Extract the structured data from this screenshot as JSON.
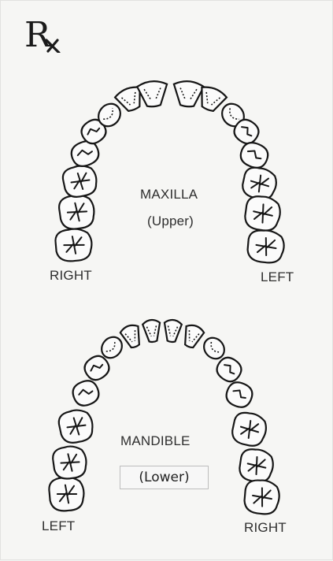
{
  "rx_symbol": {
    "text": "℞",
    "icon": "rx-prescription-icon"
  },
  "upper_arch": {
    "title": "MAXILLA",
    "subtitle": "(Upper)",
    "side_left": "RIGHT",
    "side_right": "LEFT",
    "tooth_count": 16
  },
  "lower_arch": {
    "title": "MANDIBLE",
    "subtitle": "(Lower)",
    "side_left": "LEFT",
    "side_right": "RIGHT",
    "tooth_count": 16
  },
  "colors": {
    "ink": "#161616",
    "tooth_fill": "#fbfbfb",
    "paper": "#f6f6f4"
  }
}
